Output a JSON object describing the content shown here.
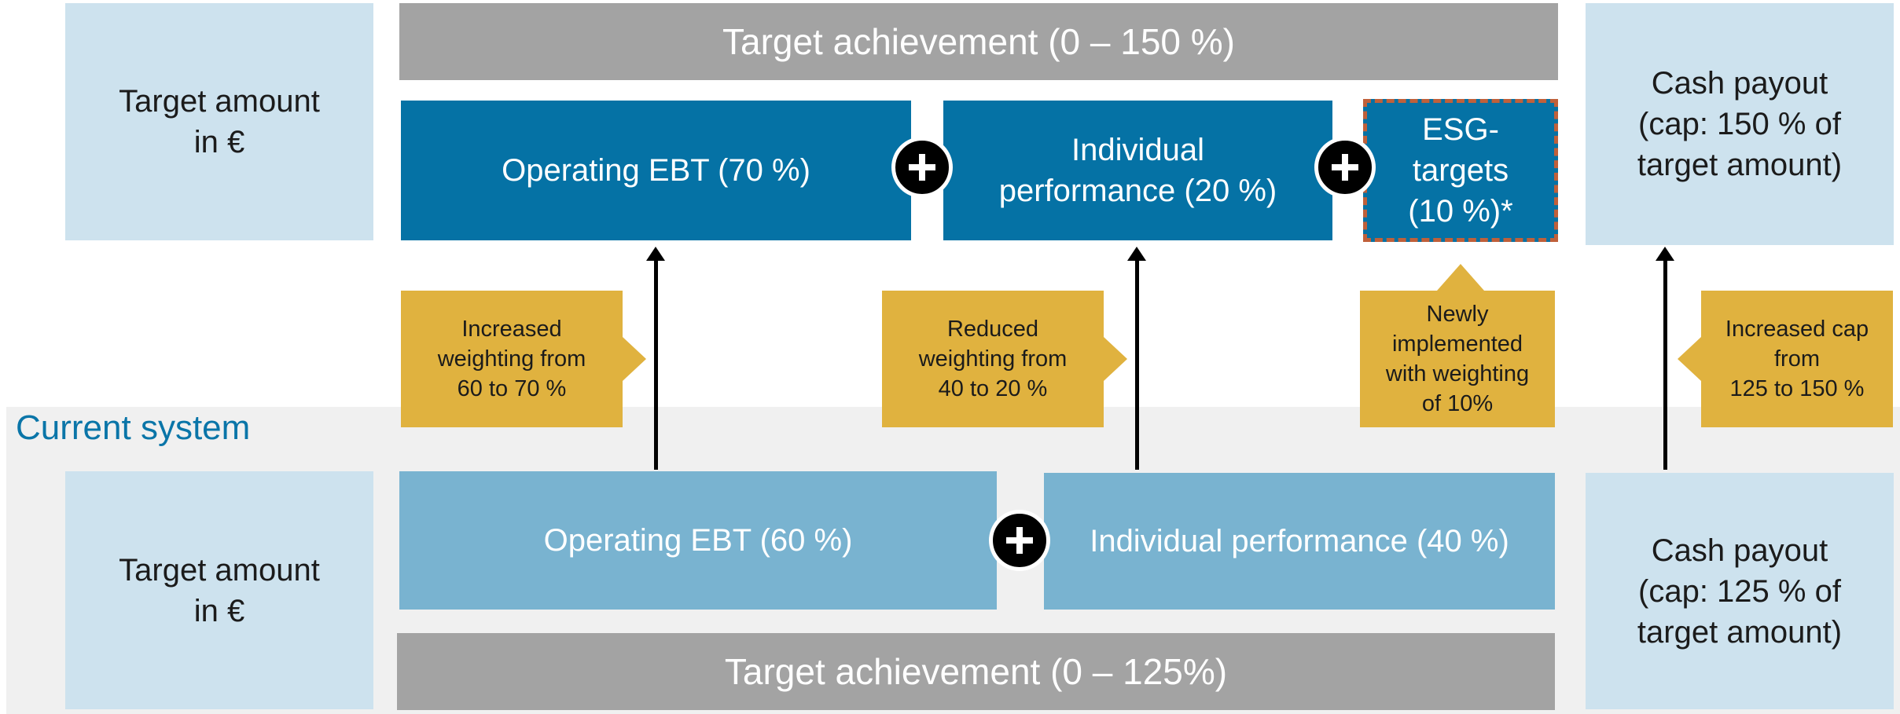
{
  "new_system": {
    "target_amount": "Target amount\nin €",
    "target_achievement": "Target achievement (0 – 150 %)",
    "operating_ebt": "Operating EBT (70 %)",
    "individual_performance": "Individual\nperformance (20 %)",
    "esg_targets": "ESG-\ntargets\n(10 %)*",
    "cash_payout": "Cash payout\n(cap: 150 % of\ntarget amount)"
  },
  "changes": {
    "ebt_note": "Increased\nweighting from\n60 to 70 %",
    "individual_note": "Reduced\nweighting from\n40 to 20 %",
    "esg_note": "Newly\nimplemented\nwith weighting\nof 10%",
    "cap_note": "Increased cap\nfrom\n125 to 150 %"
  },
  "current_system": {
    "label": "Current system",
    "target_amount": "Target amount\nin €",
    "operating_ebt": "Operating EBT (60 %)",
    "individual_performance": "Individual performance (40 %)",
    "cash_payout": "Cash payout\n(cap: 125 % of\ntarget amount)",
    "target_achievement": "Target achievement (0 – 125%)"
  },
  "colors": {
    "dark_blue": "#0572a5",
    "mid_blue": "#79b3d0",
    "light_blue": "#cde2ee",
    "gray": "#a3a3a3",
    "gold": "#e0b23f",
    "esg_dashed_border": "#c0603a",
    "current_label": "#0a75a8"
  },
  "icons": [
    "plus-circle-icon",
    "arrow-up-icon"
  ]
}
